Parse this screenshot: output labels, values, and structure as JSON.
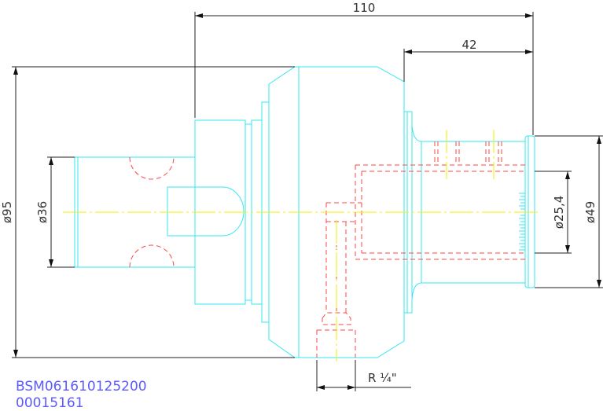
{
  "drawing": {
    "dimensions": {
      "overall_length": "110",
      "shaft_length": "42",
      "body_diameter": "ø95",
      "shank_diameter": "ø36",
      "bore_diameter": "ø25,4",
      "shaft_diameter": "ø49",
      "port_thread": "R ¼\""
    },
    "part_number": "BSM061610125200",
    "drawing_number": "00015161",
    "colors": {
      "outline": "#33e8f0",
      "hidden": "#ff4444",
      "center": "#f0f000",
      "text": "#5a5aff"
    }
  }
}
